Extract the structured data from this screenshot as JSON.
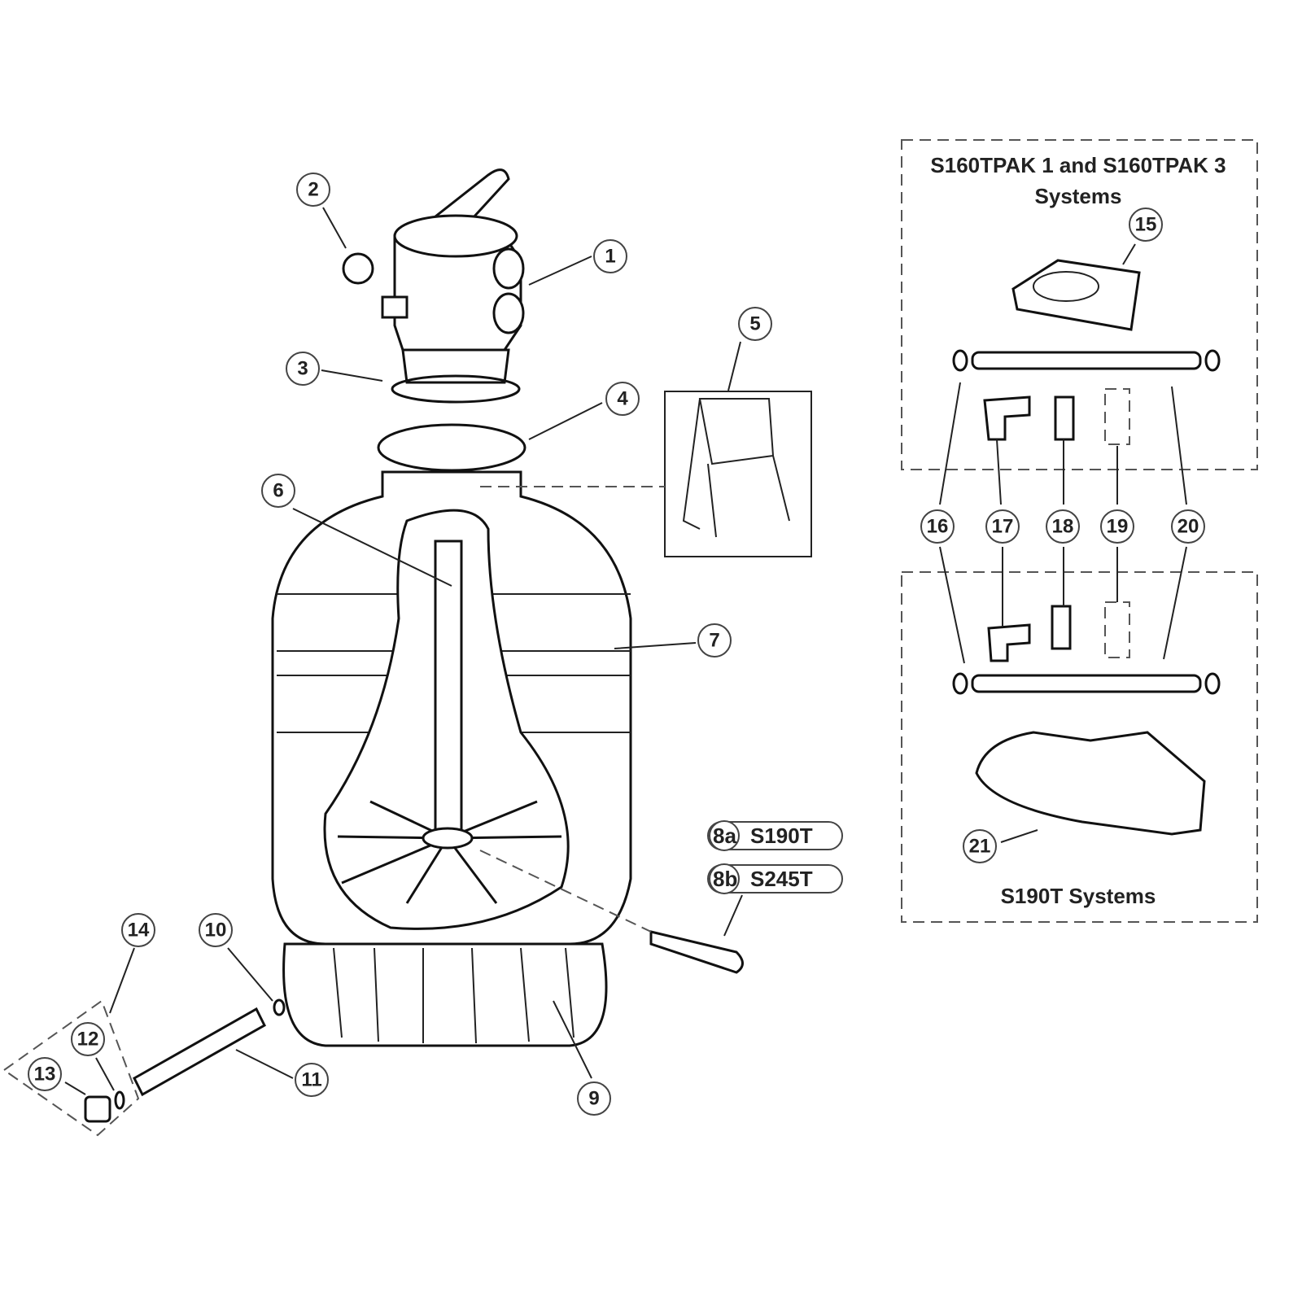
{
  "callouts": {
    "c1": "1",
    "c2": "2",
    "c3": "3",
    "c4": "4",
    "c5": "5",
    "c6": "6",
    "c7": "7",
    "c9": "9",
    "c10": "10",
    "c11": "11",
    "c12": "12",
    "c13": "13",
    "c14": "14",
    "c15": "15",
    "c16": "16",
    "c17": "17",
    "c18": "18",
    "c19": "19",
    "c20": "20",
    "c21": "21"
  },
  "variants": [
    {
      "tag": "8a",
      "model": "S190T"
    },
    {
      "tag": "8b",
      "model": "S245T"
    }
  ],
  "groups": {
    "top_box_title_line1": "S160TPAK 1 and S160TPAK 3",
    "top_box_title_line2": "Systems",
    "bottom_box_title": "S190T Systems"
  }
}
